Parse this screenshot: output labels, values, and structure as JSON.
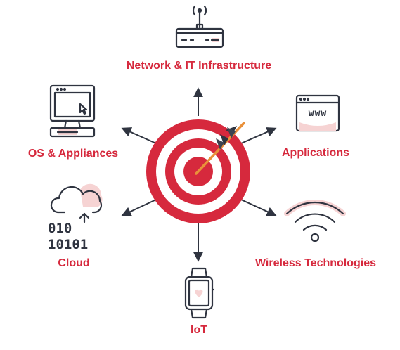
{
  "colors": {
    "accent": "#d6293d",
    "outline": "#2f3440",
    "soft": "#f6d3d3",
    "arrow_shaft": "#e9903a",
    "fletching": "#2f3440"
  },
  "center": {
    "icon": "target-with-arrow-icon"
  },
  "nodes": {
    "network": {
      "label": "Network & IT Infrastructure",
      "icon": "router-icon"
    },
    "applications": {
      "label": "Applications",
      "icon": "browser-www-icon"
    },
    "wireless": {
      "label": "Wireless Technologies",
      "icon": "wifi-icon"
    },
    "iot": {
      "label": "IoT",
      "icon": "smartwatch-icon"
    },
    "cloud": {
      "label": "Cloud",
      "icon": "cloud-binary-icon",
      "binary_line_1": "010",
      "binary_line_2": "10101"
    },
    "os": {
      "label": "OS & Appliances",
      "icon": "desktop-computer-icon"
    }
  },
  "browser_text": "www"
}
